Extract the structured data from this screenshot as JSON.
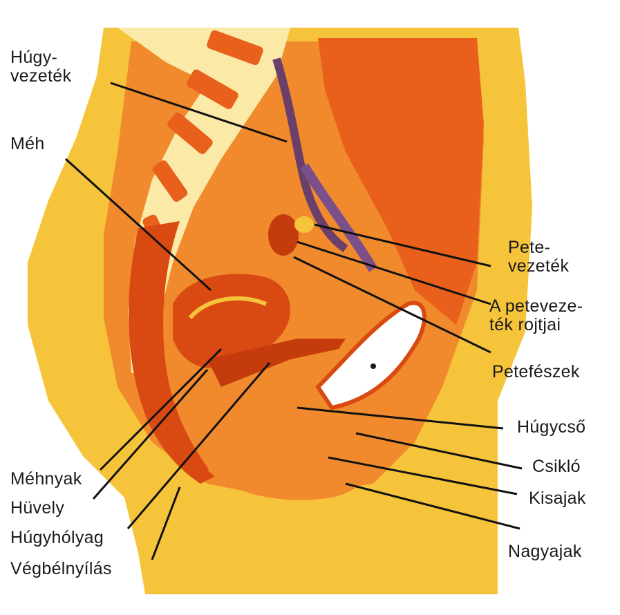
{
  "colors": {
    "background": "#ffffff",
    "fat": "#f5c43a",
    "muscle": "#e8601c",
    "tissue": "#f08a2c",
    "wall": "#d94a12",
    "spine_pale": "#fbe9a8",
    "bladder_white": "#ffffff",
    "leader_line": "#111111"
  },
  "labels": {
    "hugyvezetek": [
      "Húgy-",
      "vezeték"
    ],
    "meh": [
      "Méh"
    ],
    "petevezetek": [
      "Pete-",
      "vezeték"
    ],
    "rojtok": [
      "A peteveze-",
      "ték rojtjai"
    ],
    "petefeszek": [
      "Petefészek"
    ],
    "hugycso": [
      "Húgycső"
    ],
    "csiklo": [
      "Csikló"
    ],
    "kisajak": [
      "Kisajak"
    ],
    "nagyajak": [
      "Nagyajak"
    ],
    "mehnyak": [
      "Méhnyak"
    ],
    "huvely": [
      "Hüvely"
    ],
    "hugyholyag": [
      "Húgyhólyag"
    ],
    "vegbelnyilas": [
      "Végbélnyílás"
    ]
  }
}
